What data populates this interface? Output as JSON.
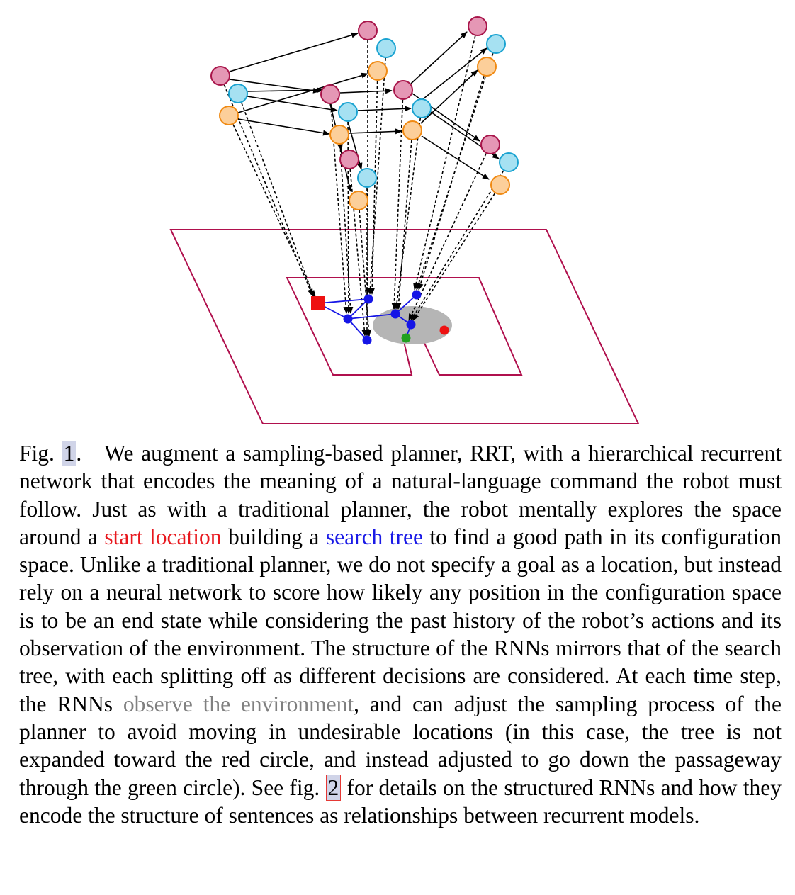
{
  "caption": {
    "fig_prefix": "Fig. ",
    "fig_number": "1",
    "fig_suffix": ".",
    "part1": "We augment a sampling-based planner, RRT, with a hierarchical recurrent network that encodes the meaning of a natural-language command the robot must follow. Just as with a traditional planner, the robot mentally explores the space around a ",
    "start_location": "start location",
    "part2": " building a ",
    "search_tree": "search tree",
    "part3": " to find a good path in its configuration space. Unlike a traditional planner, we do not specify a goal as a location, but instead rely on a neural network to score how likely any position in the configuration space is to be an end state while considering the past history of the robot’s actions and its observation of the environment. The structure of the RNNs mirrors that of the search tree, with each splitting off as different decisions are considered. At each time step, the RNNs ",
    "observe_env": "observe the environment",
    "part4": ", and can adjust the sampling process of the planner to avoid moving in undesirable locations (in this case, the tree is not expanded toward the red circle, and instead adjusted to go down the passageway through the green circle). See fig. ",
    "fig2_ref": "2",
    "part5": " for details on the structured RNNs and how they encode the structure of sentences as relationships between recurrent models."
  },
  "colors": {
    "pink_node": "#e597b5",
    "cyan_node": "#a6e1f2",
    "orange_node": "#fccf9a",
    "start_square": "#ee1111",
    "tree_node": "#1515e6",
    "green_circle": "#20a020",
    "red_circle": "#ee1111",
    "map_outline": "#b0104d",
    "gray_region": "#b5b5b5"
  }
}
